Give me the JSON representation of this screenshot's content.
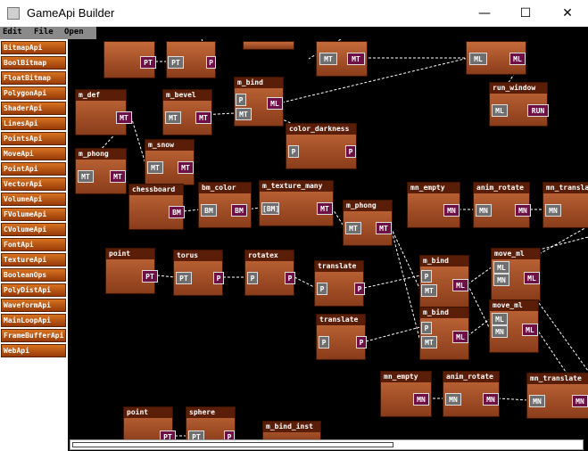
{
  "window": {
    "title": "GameApi Builder"
  },
  "menu": {
    "edit": "Edit",
    "file": "File",
    "open": "Open"
  },
  "sidebar": [
    "BitmapApi",
    "BoolBitmap",
    "FloatBitmap",
    "PolygonApi",
    "ShaderApi",
    "LinesApi",
    "PointsApi",
    "MoveApi",
    "PointApi",
    "VectorApi",
    "VolumeApi",
    "FVolumeApi",
    "CVolumeApi",
    "FontApi",
    "TextureApi",
    "BooleanOps",
    "PolyDistApi",
    "WaveformApi",
    "MainLoopApi",
    "FrameBufferApi",
    "WebApi"
  ],
  "nodes": [
    {
      "title": "",
      "ports": [
        "PT"
      ]
    },
    {
      "title": "",
      "ports": [
        "PT",
        "P"
      ]
    },
    {
      "title": "",
      "ports": []
    },
    {
      "title": "",
      "ports": [
        "MT",
        "MT"
      ]
    },
    {
      "title": "",
      "ports": [
        "ML",
        "ML"
      ]
    },
    {
      "title": "m_def",
      "ports": [
        "MT"
      ]
    },
    {
      "title": "m_bevel",
      "ports": [
        "MT",
        "MT"
      ]
    },
    {
      "title": "m_bind",
      "ports": [
        "P",
        "MT",
        "ML"
      ]
    },
    {
      "title": "run_window",
      "ports": [
        "ML",
        "RUN"
      ]
    },
    {
      "title": "color_darkness",
      "ports": [
        "P",
        "P"
      ]
    },
    {
      "title": "m_snow",
      "ports": [
        "MT",
        "MT"
      ]
    },
    {
      "title": "m_phong",
      "ports": [
        "MT",
        "MT"
      ]
    },
    {
      "title": "chessboard",
      "ports": [
        "BM"
      ]
    },
    {
      "title": "bm_color",
      "ports": [
        "BM",
        "BM"
      ]
    },
    {
      "title": "m_texture_many",
      "ports": [
        "[BM]",
        "MT"
      ]
    },
    {
      "title": "m_phong",
      "ports": [
        "MT",
        "MT"
      ]
    },
    {
      "title": "mn_empty",
      "ports": [
        "MN"
      ]
    },
    {
      "title": "anim_rotate",
      "ports": [
        "MN",
        "MN"
      ]
    },
    {
      "title": "mn_transla",
      "ports": [
        "MN"
      ]
    },
    {
      "title": "point",
      "ports": [
        "PT"
      ]
    },
    {
      "title": "torus",
      "ports": [
        "PT",
        "P"
      ]
    },
    {
      "title": "rotatex",
      "ports": [
        "P",
        "P"
      ]
    },
    {
      "title": "translate",
      "ports": [
        "P",
        "P"
      ]
    },
    {
      "title": "m_bind",
      "ports": [
        "P",
        "MT",
        "ML"
      ]
    },
    {
      "title": "move_ml",
      "ports": [
        "ML",
        "MN",
        "ML"
      ]
    },
    {
      "title": "translate",
      "ports": [
        "P",
        "P"
      ]
    },
    {
      "title": "m_bind",
      "ports": [
        "P",
        "MT",
        "ML"
      ]
    },
    {
      "title": "move_ml",
      "ports": [
        "ML",
        "MN",
        "ML"
      ]
    },
    {
      "title": "mn_empty",
      "ports": [
        "MN"
      ]
    },
    {
      "title": "anim_rotate",
      "ports": [
        "MN",
        "MN"
      ]
    },
    {
      "title": "mn_translate",
      "ports": [
        "MN",
        "MN"
      ]
    },
    {
      "title": "point",
      "ports": [
        "PT"
      ]
    },
    {
      "title": "sphere",
      "ports": [
        "PT",
        "P"
      ]
    },
    {
      "title": "m_bind_inst",
      "ports": []
    }
  ],
  "colors": {
    "node_top": "#c46a3a",
    "node_bottom": "#8a3c1a",
    "node_title": "#5a1e08",
    "port_in": "#6f6f6f",
    "port_out": "#6e0f45",
    "sidebar_button": "#c8641a",
    "canvas": "#000000"
  }
}
